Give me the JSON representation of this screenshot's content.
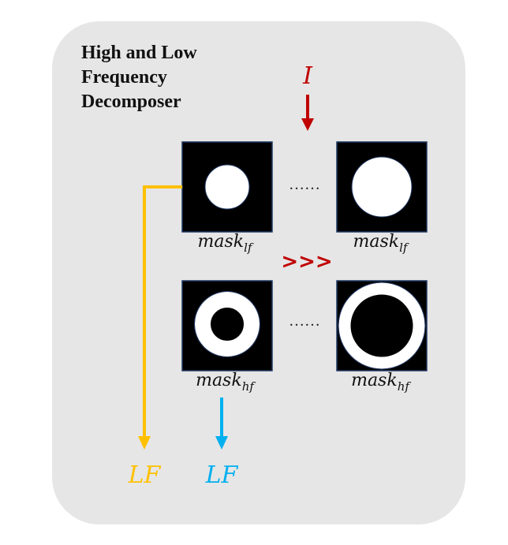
{
  "title": {
    "line1": "High and Low",
    "line2": "Frequency",
    "line3": "Decomposer"
  },
  "input_label": "I",
  "ellipsis": "……",
  "order_marker": ">>>",
  "mask_lf": {
    "base": "mask",
    "sub": "lf"
  },
  "mask_hf": {
    "base": "mask",
    "sub": "hf"
  },
  "outputs": {
    "left": "LF",
    "right": "LF"
  },
  "colors": {
    "panel": "#e6e6e6",
    "input_arrow": "#c00000",
    "lf_arrow": "#ffc000",
    "hf_arrow": "#00b0f0",
    "mask_bg": "#000000",
    "mask_fg": "#ffffff"
  }
}
